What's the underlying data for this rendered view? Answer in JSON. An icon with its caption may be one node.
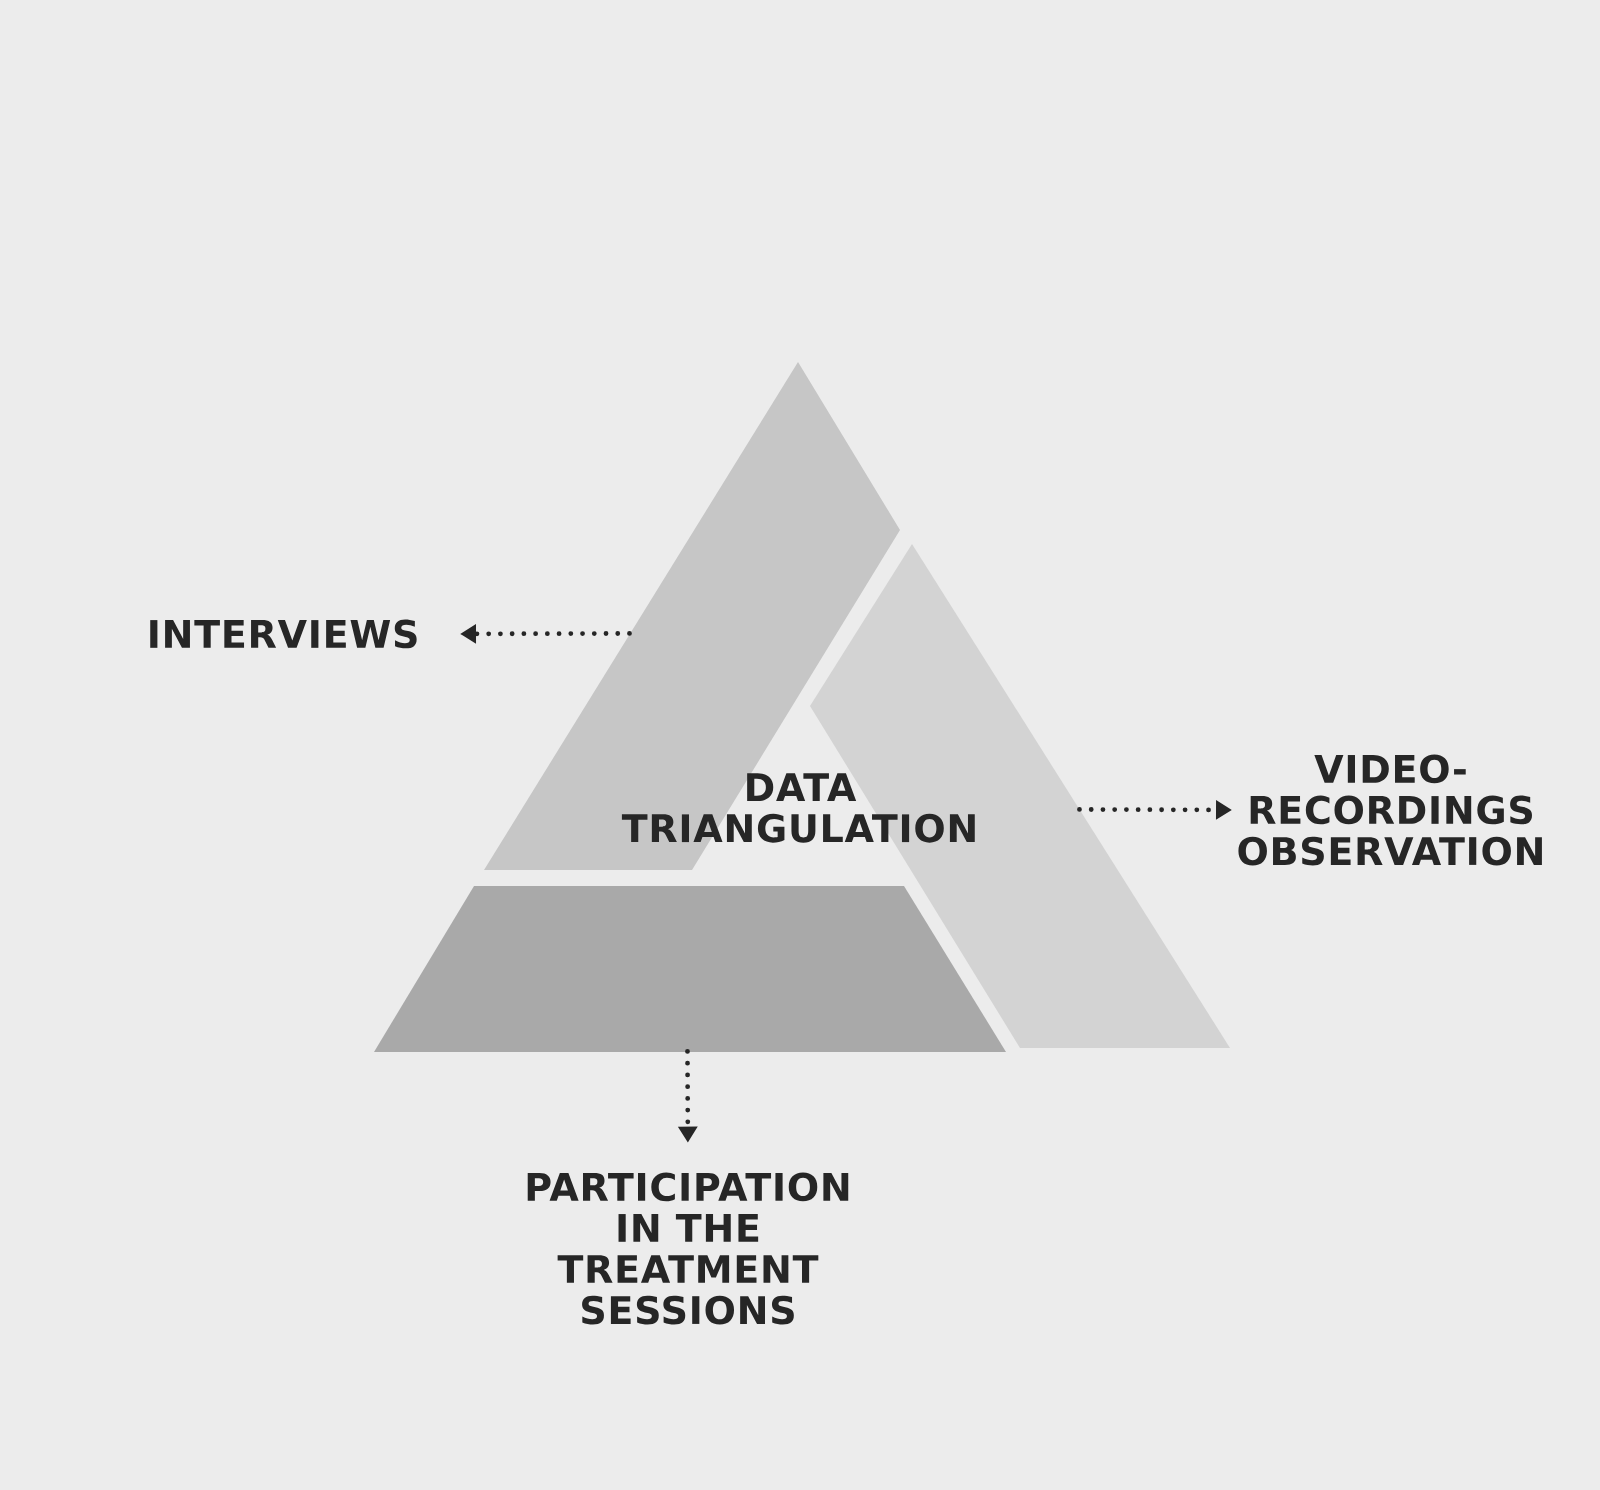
{
  "diagram": {
    "nodes": [
      {
        "text": [],
        "shape": "band"
      },
      {
        "text": [
          "INTERVIEWS"
        ]
      },
      {
        "text": [],
        "shape": "band"
      },
      {
        "text": [
          "VIDEO- RECORDINGS OBSERVATION"
        ]
      },
      {
        "text": [],
        "shape": "band"
      },
      {
        "text": [
          "PARTICIPATION IN THE TREATMENT SESSIONS"
        ]
      }
    ],
    "edges": [
      {
        "from": 0,
        "to": 1,
        "arrow": "to",
        "style": "dashed"
      },
      {
        "from": 2,
        "to": 3,
        "arrow": "to",
        "style": "dashed"
      },
      {
        "from": 4,
        "to": 5,
        "arrow": "to",
        "style": "dashed"
      }
    ],
    "labels": [
      "DATA TRIANGULATION"
    ]
  }
}
